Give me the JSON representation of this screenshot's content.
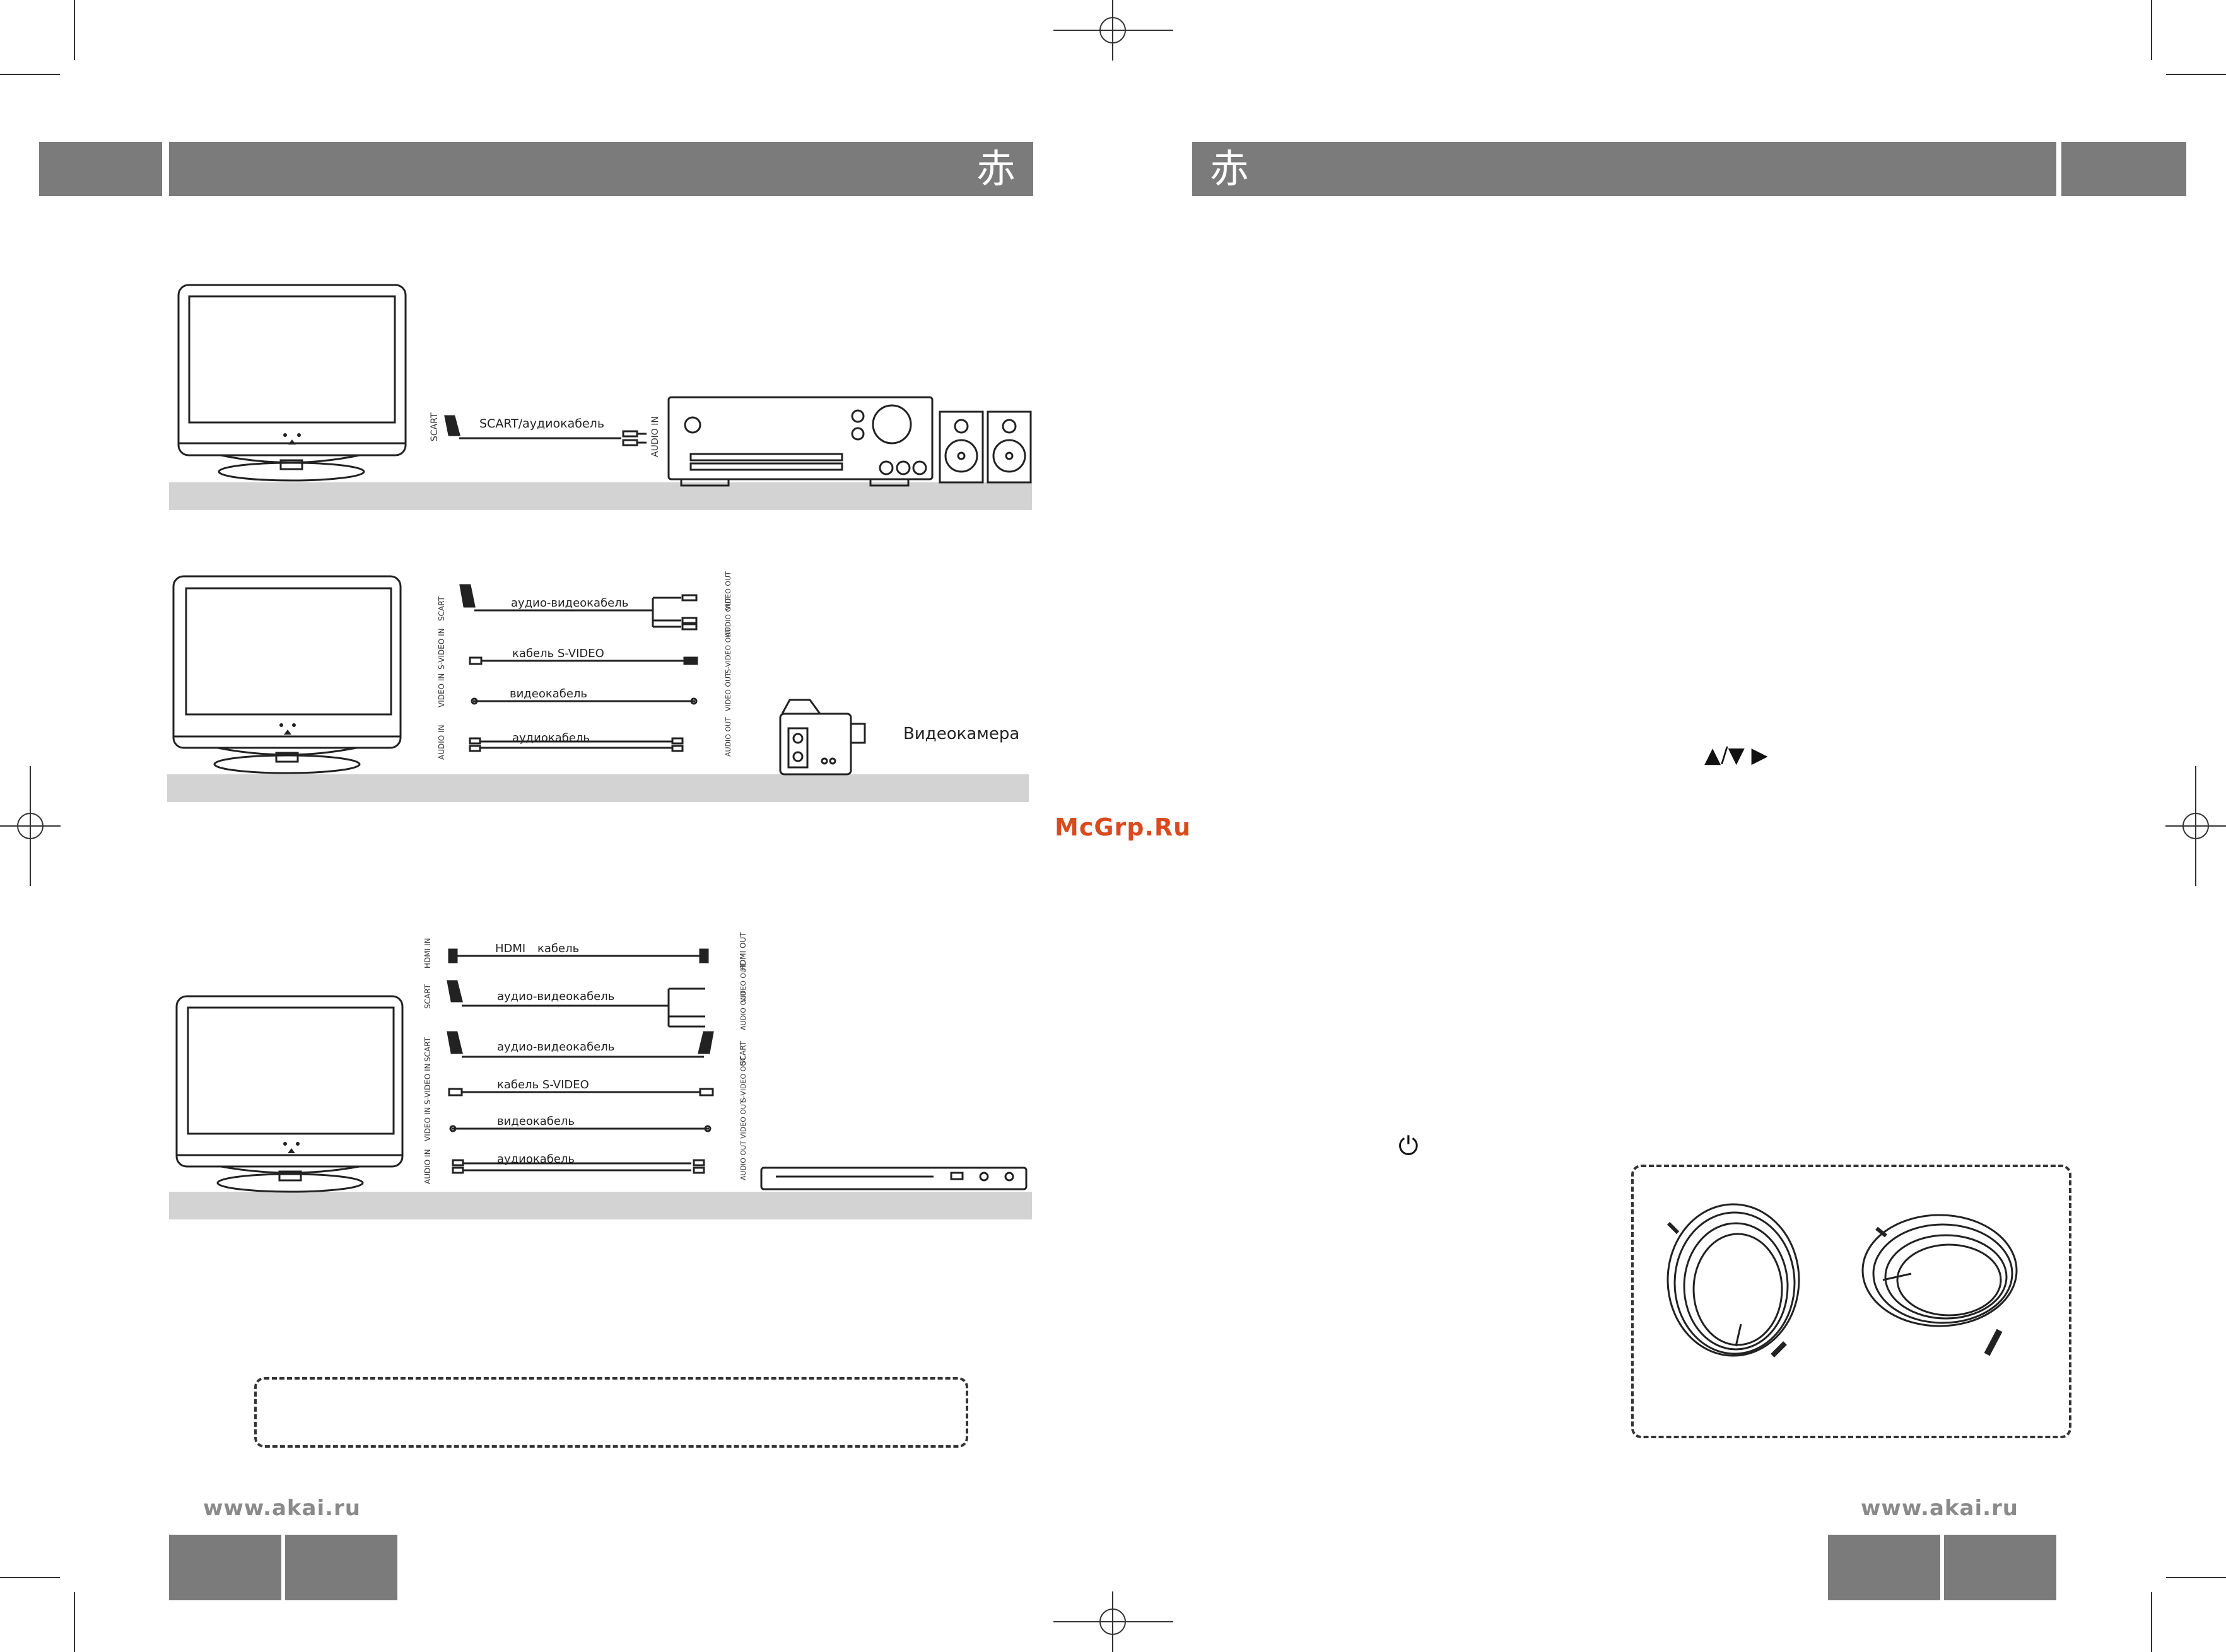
{
  "left_page": {
    "header_glyph": "赤",
    "diagram1": {
      "scart_label": "SCART",
      "cable_label": "SCART/аудиокабель",
      "audio_in_label": "AUDIO IN"
    },
    "diagram2": {
      "scart_label": "SCART",
      "svideo_in_label": "S-VIDEO IN",
      "video_in_label": "VIDEO IN",
      "audio_in_label": "AUDIO IN",
      "av_cable_label": "аудио-видеокабель",
      "svideo_cable_label": "кабель S-VIDEO",
      "video_cable_label": "видеокабель",
      "audio_cable_label": "аудиокабель",
      "video_out_label": "VIDEO OUT",
      "audio_out_label": "AUDIO OUT",
      "svideo_out_label": "S-VIDEO OUT",
      "camcorder_label": "Видеокамера"
    },
    "diagram3": {
      "hdmi_in_label": "HDMI IN",
      "scart_label": "SCART",
      "svideo_in_label": "S-VIDEO IN",
      "video_in_label": "VIDEO IN",
      "audio_in_label": "AUDIO IN",
      "hdmi_cable_label": "HDMI",
      "hdmi_cable_word": "кабель",
      "av_cable_label": "аудио-видеокабель",
      "av_cable2_label": "аудио-видеокабель",
      "svideo_cable_label": "кабель S-VIDEO",
      "video_cable_label": "видеокабель",
      "audio_cable_label": "аудиокабель",
      "hdmi_out_label": "HDMI OUT",
      "video_out_label": "VIDEO OUT",
      "audio_out_label": "AUDIO OUT",
      "scart_out_label": "SCART",
      "svideo_out_label": "S-VIDEO OUT"
    },
    "footer_url": "www.akai.ru"
  },
  "right_page": {
    "header_glyph": "赤",
    "nav_symbols": "▲/▼  ▶",
    "power_symbol": "⏻",
    "footer_url": "www.akai.ru"
  },
  "watermark": "McGrp.Ru"
}
